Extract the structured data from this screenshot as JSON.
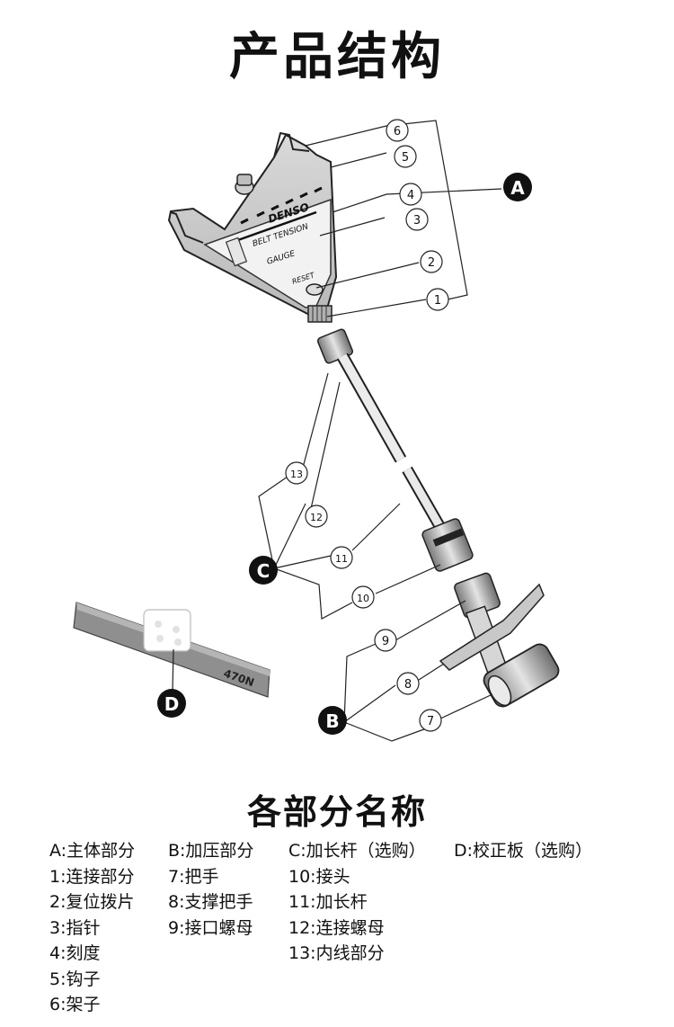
{
  "title": "产品结构",
  "section_title": "各部分名称",
  "callouts": {
    "A": "A",
    "B": "B",
    "C": "C",
    "D": "D",
    "n1": "1",
    "n2": "2",
    "n3": "3",
    "n4": "4",
    "n5": "5",
    "n6": "6",
    "n7": "7",
    "n8": "8",
    "n9": "9",
    "n10": "10",
    "n11": "11",
    "n12": "12",
    "n13": "13"
  },
  "gauge_text": {
    "brand": "DENSO",
    "line1": "BELT TENSION",
    "line2": "GAUGE",
    "reset": "RESET",
    "plate_mark": "470N"
  },
  "legend": {
    "col1": [
      "A:主体部分",
      "1:连接部分",
      "2:复位拨片",
      "3:指针",
      "4:刻度",
      "5:钩子",
      "6:架子"
    ],
    "col2": [
      "B:加压部分",
      "7:把手",
      "8:支撑把手",
      "9:接口螺母"
    ],
    "col3": [
      "C:加长杆（选购）",
      "10:接头",
      "11:加长杆",
      "12:连接螺母",
      "13:内线部分"
    ],
    "col4": [
      "D:校正板（选购）"
    ]
  }
}
